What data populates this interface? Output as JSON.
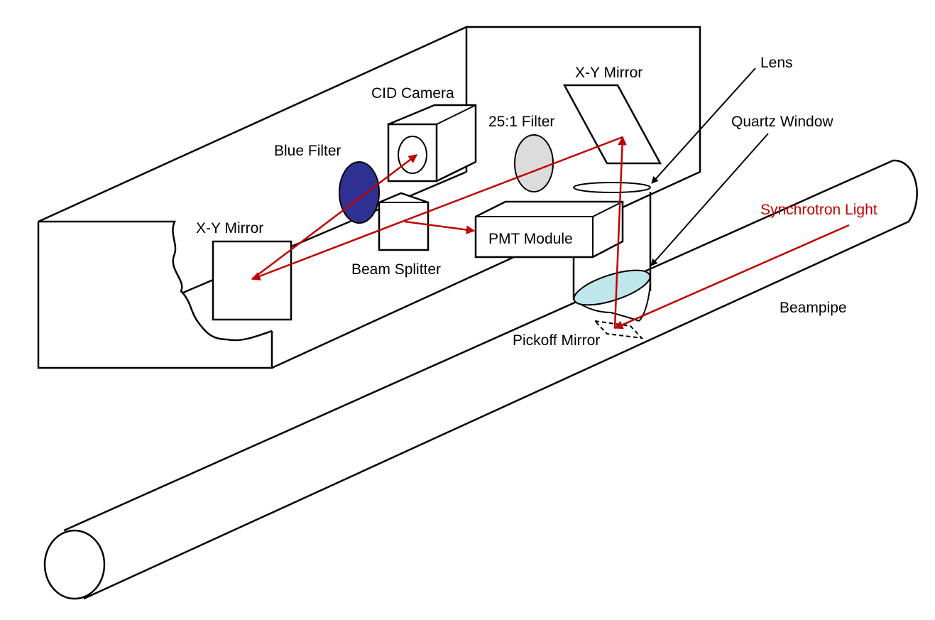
{
  "colors": {
    "ray": "#c00000",
    "blue_filter": "#2e3192",
    "neutral_filter": "#dcdcdc",
    "quartz_window": "#bfe6ea",
    "line": "#000000"
  },
  "labels": {
    "lens": "Lens",
    "xy_mirror_top": "X-Y Mirror",
    "cid_camera": "CID Camera",
    "filter_25_1": "25:1 Filter",
    "quartz_window": "Quartz Window",
    "blue_filter": "Blue Filter",
    "synchrotron_light": "Synchrotron Light",
    "xy_mirror_left": "X-Y Mirror",
    "pmt_module": "PMT Module",
    "beam_splitter": "Beam Splitter",
    "beampipe": "Beampipe",
    "pickoff_mirror": "Pickoff Mirror"
  }
}
